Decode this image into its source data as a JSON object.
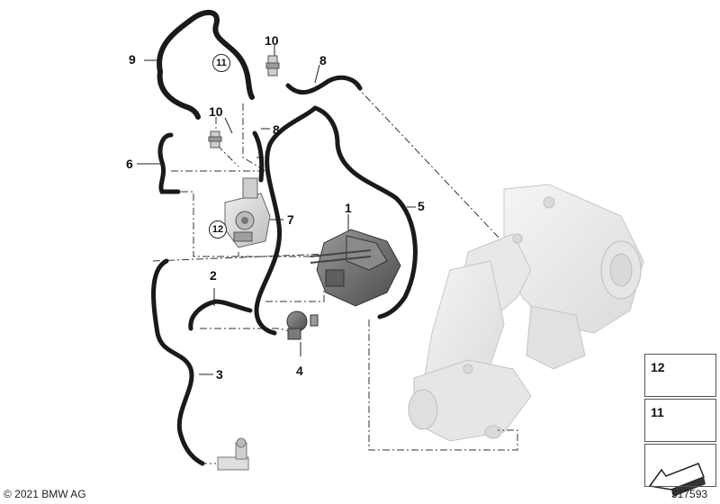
{
  "callouts": {
    "c1": "1",
    "c2": "2",
    "c3": "3",
    "c4": "4",
    "c5": "5",
    "c6": "6",
    "c7": "7",
    "c8a": "8",
    "c8b": "8",
    "c9": "9",
    "c10a": "10",
    "c10b": "10",
    "c11": "11",
    "c12": "12"
  },
  "legend": {
    "item12": "12",
    "item11": "11"
  },
  "footer": {
    "copyright": "© 2021 BMW AG",
    "diagram_number": "517593"
  },
  "colors": {
    "hose": "#1a1a1a",
    "part_light": "#d9d9d9",
    "part_dark": "#6f6f6f",
    "line": "#333333"
  }
}
